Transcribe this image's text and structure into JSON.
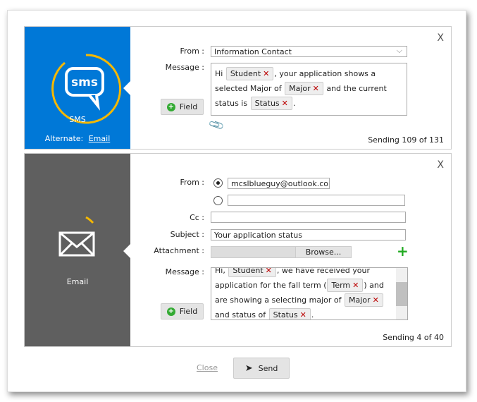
{
  "sms": {
    "channel_label": "SMS",
    "icon_text": "sms",
    "alternate_label": "Alternate:",
    "alternate_link": "Email",
    "close": "X",
    "from_label": "From :",
    "from_value": "Information Contact",
    "message_label": "Message :",
    "field_button": "Field",
    "message": {
      "t1": "Hi",
      "tok1": "Student",
      "t2": ", your application shows a",
      "t3": "selected Major of",
      "tok2": "Major",
      "t4": "and the current",
      "t5": "status is",
      "tok3": "Status",
      "t6": "."
    },
    "sending": "Sending 109 of 131",
    "colors": {
      "side": "#0078d7",
      "ring": "#f5b800"
    }
  },
  "email": {
    "channel_label": "Email",
    "close": "X",
    "from_label": "From :",
    "from_option1": "mcslblueguy@outlook.com",
    "from_option2": "",
    "cc_label": "Cc :",
    "cc_value": "",
    "subject_label": "Subject :",
    "subject_value": "Your application status",
    "attachment_label": "Attachment :",
    "browse_button": "Browse...",
    "message_label": "Message :",
    "field_button": "Field",
    "message": {
      "t1": "Hi,",
      "tok1": "Student",
      "t2": ", we have received your",
      "t3": "application for the fall term (",
      "tok2": "Term",
      "t4": ") and",
      "t5": "are showing a selecting major of",
      "tok3": "Major",
      "t6": "and status of",
      "tok4": "Status",
      "t7": "."
    },
    "sending": "Sending 4 of 40",
    "colors": {
      "side": "#5f5f5f"
    }
  },
  "footer": {
    "close": "Close",
    "send": "Send"
  },
  "token_delete": "✕"
}
